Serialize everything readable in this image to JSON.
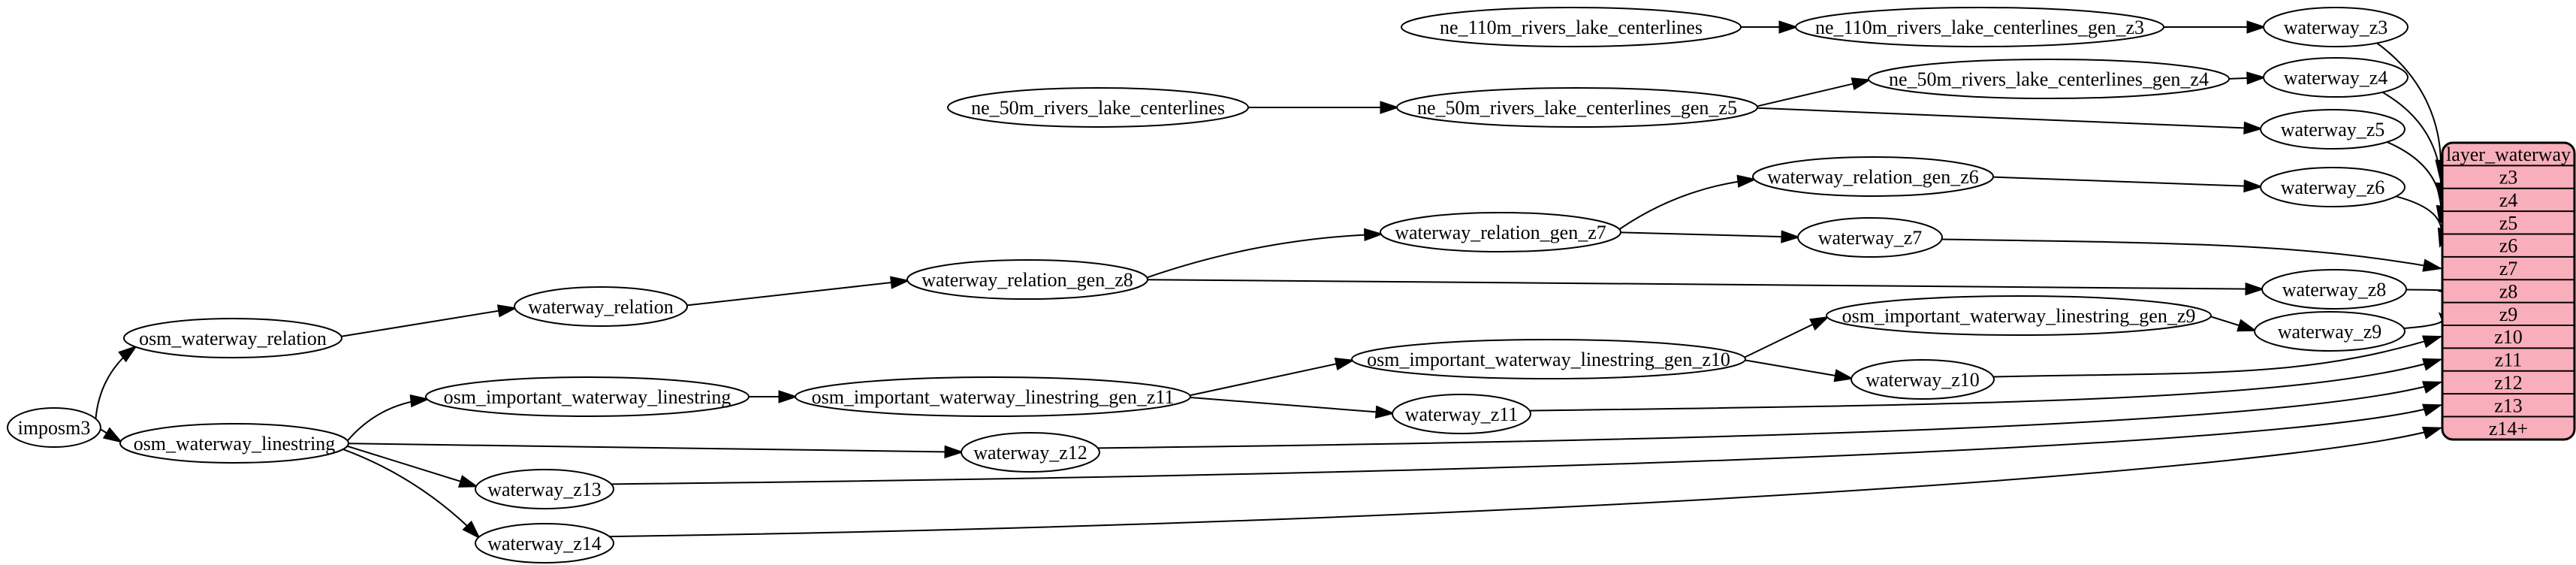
{
  "diagram": {
    "background": "#ffffff",
    "node_fill": "#ffffff",
    "node_stroke": "#000000",
    "edge_color": "#000000",
    "nodes": [
      {
        "id": "imposm3",
        "label": "imposm3"
      },
      {
        "id": "osm_waterway_relation",
        "label": "osm_waterway_relation"
      },
      {
        "id": "osm_waterway_linestring",
        "label": "osm_waterway_linestring"
      },
      {
        "id": "waterway_relation",
        "label": "waterway_relation"
      },
      {
        "id": "waterway_relation_gen_z8",
        "label": "waterway_relation_gen_z8"
      },
      {
        "id": "waterway_relation_gen_z7",
        "label": "waterway_relation_gen_z7"
      },
      {
        "id": "waterway_relation_gen_z6",
        "label": "waterway_relation_gen_z6"
      },
      {
        "id": "osm_important_waterway_linestring",
        "label": "osm_important_waterway_linestring"
      },
      {
        "id": "osm_important_waterway_linestring_gen_z11",
        "label": "osm_important_waterway_linestring_gen_z11"
      },
      {
        "id": "osm_important_waterway_linestring_gen_z10",
        "label": "osm_important_waterway_linestring_gen_z10"
      },
      {
        "id": "osm_important_waterway_linestring_gen_z9",
        "label": "osm_important_waterway_linestring_gen_z9"
      },
      {
        "id": "ne_110m_rivers_lake_centerlines",
        "label": "ne_110m_rivers_lake_centerlines"
      },
      {
        "id": "ne_110m_rivers_lake_centerlines_gen_z3",
        "label": "ne_110m_rivers_lake_centerlines_gen_z3"
      },
      {
        "id": "ne_50m_rivers_lake_centerlines",
        "label": "ne_50m_rivers_lake_centerlines"
      },
      {
        "id": "ne_50m_rivers_lake_centerlines_gen_z5",
        "label": "ne_50m_rivers_lake_centerlines_gen_z5"
      },
      {
        "id": "ne_50m_rivers_lake_centerlines_gen_z4",
        "label": "ne_50m_rivers_lake_centerlines_gen_z4"
      },
      {
        "id": "waterway_z3",
        "label": "waterway_z3"
      },
      {
        "id": "waterway_z4",
        "label": "waterway_z4"
      },
      {
        "id": "waterway_z5",
        "label": "waterway_z5"
      },
      {
        "id": "waterway_z6",
        "label": "waterway_z6"
      },
      {
        "id": "waterway_z7",
        "label": "waterway_z7"
      },
      {
        "id": "waterway_z8",
        "label": "waterway_z8"
      },
      {
        "id": "waterway_z9",
        "label": "waterway_z9"
      },
      {
        "id": "waterway_z10",
        "label": "waterway_z10"
      },
      {
        "id": "waterway_z11",
        "label": "waterway_z11"
      },
      {
        "id": "waterway_z12",
        "label": "waterway_z12"
      },
      {
        "id": "waterway_z13",
        "label": "waterway_z13"
      },
      {
        "id": "waterway_z14",
        "label": "waterway_z14"
      }
    ],
    "edges": [
      {
        "from": "imposm3",
        "to": "osm_waterway_relation"
      },
      {
        "from": "imposm3",
        "to": "osm_waterway_linestring"
      },
      {
        "from": "osm_waterway_relation",
        "to": "waterway_relation"
      },
      {
        "from": "waterway_relation",
        "to": "waterway_relation_gen_z8"
      },
      {
        "from": "waterway_relation_gen_z8",
        "to": "waterway_relation_gen_z7"
      },
      {
        "from": "waterway_relation_gen_z8",
        "to": "waterway_z8"
      },
      {
        "from": "waterway_relation_gen_z7",
        "to": "waterway_relation_gen_z6"
      },
      {
        "from": "waterway_relation_gen_z7",
        "to": "waterway_z7"
      },
      {
        "from": "waterway_relation_gen_z6",
        "to": "waterway_z6"
      },
      {
        "from": "osm_waterway_linestring",
        "to": "osm_important_waterway_linestring"
      },
      {
        "from": "osm_waterway_linestring",
        "to": "waterway_z12"
      },
      {
        "from": "osm_waterway_linestring",
        "to": "waterway_z13"
      },
      {
        "from": "osm_waterway_linestring",
        "to": "waterway_z14"
      },
      {
        "from": "osm_important_waterway_linestring",
        "to": "osm_important_waterway_linestring_gen_z11"
      },
      {
        "from": "osm_important_waterway_linestring_gen_z11",
        "to": "osm_important_waterway_linestring_gen_z10"
      },
      {
        "from": "osm_important_waterway_linestring_gen_z11",
        "to": "waterway_z11"
      },
      {
        "from": "osm_important_waterway_linestring_gen_z10",
        "to": "osm_important_waterway_linestring_gen_z9"
      },
      {
        "from": "osm_important_waterway_linestring_gen_z10",
        "to": "waterway_z10"
      },
      {
        "from": "osm_important_waterway_linestring_gen_z9",
        "to": "waterway_z9"
      },
      {
        "from": "ne_110m_rivers_lake_centerlines",
        "to": "ne_110m_rivers_lake_centerlines_gen_z3"
      },
      {
        "from": "ne_110m_rivers_lake_centerlines_gen_z3",
        "to": "waterway_z3"
      },
      {
        "from": "ne_50m_rivers_lake_centerlines",
        "to": "ne_50m_rivers_lake_centerlines_gen_z5"
      },
      {
        "from": "ne_50m_rivers_lake_centerlines_gen_z5",
        "to": "ne_50m_rivers_lake_centerlines_gen_z4"
      },
      {
        "from": "ne_50m_rivers_lake_centerlines_gen_z5",
        "to": "waterway_z5"
      },
      {
        "from": "ne_50m_rivers_lake_centerlines_gen_z4",
        "to": "waterway_z4"
      },
      {
        "from": "waterway_z3",
        "to": "row:z3"
      },
      {
        "from": "waterway_z4",
        "to": "row:z4"
      },
      {
        "from": "waterway_z5",
        "to": "row:z5"
      },
      {
        "from": "waterway_z6",
        "to": "row:z6"
      },
      {
        "from": "waterway_z7",
        "to": "row:z7"
      },
      {
        "from": "waterway_z8",
        "to": "row:z8"
      },
      {
        "from": "waterway_z9",
        "to": "row:z9"
      },
      {
        "from": "waterway_z10",
        "to": "row:z10"
      },
      {
        "from": "waterway_z11",
        "to": "row:z11"
      },
      {
        "from": "waterway_z12",
        "to": "row:z12"
      },
      {
        "from": "waterway_z13",
        "to": "row:z13"
      },
      {
        "from": "waterway_z14",
        "to": "row:z14+"
      }
    ],
    "table": {
      "id": "layer_waterway",
      "title": "layer_waterway",
      "rows": [
        "z3",
        "z4",
        "z5",
        "z6",
        "z7",
        "z8",
        "z9",
        "z10",
        "z11",
        "z12",
        "z13",
        "z14+"
      ],
      "fill": "#F9AEBB",
      "stroke": "#000000"
    }
  }
}
